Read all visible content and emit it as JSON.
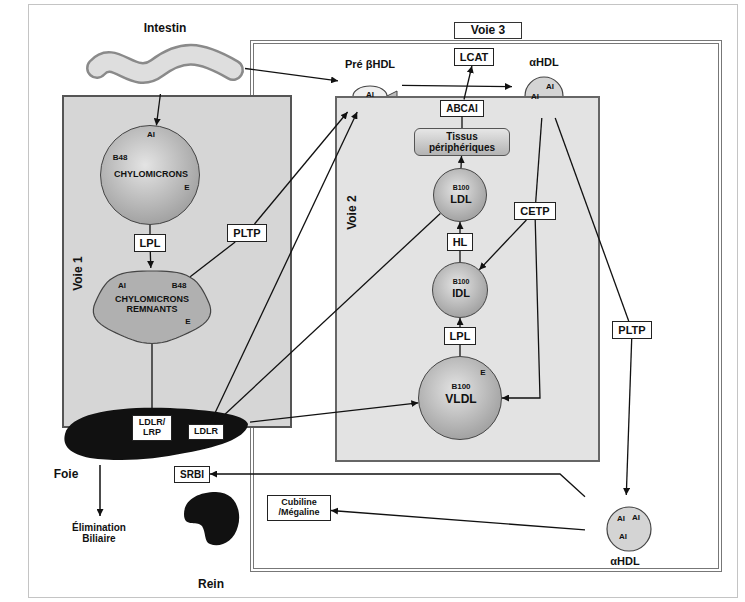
{
  "diagram": {
    "nodes": [
      {
        "text": [
          "Voie 3"
        ]
      },
      {
        "text": [
          "Intestin"
        ]
      },
      {
        "text": [
          "Pré βHDL",
          "AI"
        ],
        "in": 0
      },
      {
        "text": [
          "LCAT"
        ],
        "in": 0
      },
      {
        "text": [
          "αHDL",
          "AI",
          "AI"
        ],
        "in": 0
      },
      {
        "text": [
          "Voie 1"
        ]
      },
      {
        "text": [
          "AI",
          "B48",
          "CHYLOMICRONS",
          "E"
        ],
        "in": 5
      },
      {
        "text": [
          "LPL"
        ],
        "in": 5
      },
      {
        "text": [
          "PLTP"
        ],
        "in": 5
      },
      {
        "text": [
          "AI",
          "B48",
          "CHYLOMICRONS REMNANTS",
          "E"
        ],
        "in": 5
      },
      {
        "text": [
          "Voie 2"
        ],
        "in": 0
      },
      {
        "text": [
          "ABCAI"
        ],
        "in": 10
      },
      {
        "text": [
          "Tissus périphériques"
        ],
        "in": 10
      },
      {
        "text": [
          "B100",
          "LDL"
        ],
        "in": 10
      },
      {
        "text": [
          "CETP"
        ],
        "in": 10
      },
      {
        "text": [
          "HL"
        ],
        "in": 10
      },
      {
        "text": [
          "B100",
          "IDL"
        ],
        "in": 10
      },
      {
        "text": [
          "LPL"
        ],
        "in": 10
      },
      {
        "text": [
          "B100",
          "VLDL",
          "E"
        ],
        "in": 10
      },
      {
        "text": [
          "PLTP"
        ],
        "in": 0
      },
      {
        "text": [
          "Foie"
        ]
      },
      {
        "text": [
          "LDLR/ LRP"
        ],
        "in": 20
      },
      {
        "text": [
          "LDLR"
        ],
        "in": 20
      },
      {
        "text": [
          "SRBI"
        ]
      },
      {
        "text": [
          "Cubiline /Mégaline"
        ],
        "in": 0
      },
      {
        "text": [
          "AI",
          "AI",
          "AI",
          "αHDL"
        ],
        "in": 0
      },
      {
        "text": [
          "Rein"
        ]
      }
    ],
    "edges": [
      {
        "from": 1,
        "to": 6,
        "arrow": "to"
      },
      {
        "from": 6,
        "to": 7,
        "arrow": "none"
      },
      {
        "from": 7,
        "to": 9,
        "arrow": "to"
      },
      {
        "from": 9,
        "to": 21,
        "arrow": "to"
      },
      {
        "from": 1,
        "to": 2,
        "arrow": "to"
      },
      {
        "from": 9,
        "to": 8,
        "arrow": "none"
      },
      {
        "from": 8,
        "to": 2,
        "arrow": "to"
      },
      {
        "from": 22,
        "to": 2,
        "arrow": "to"
      },
      {
        "from": 2,
        "to": 4,
        "arrow": "to"
      },
      {
        "from": 12,
        "to": 11,
        "arrow": "none"
      },
      {
        "from": 11,
        "to": 3,
        "arrow": "to"
      },
      {
        "from": 4,
        "to": 14,
        "arrow": "none"
      },
      {
        "from": 14,
        "to": 16,
        "arrow": "to"
      },
      {
        "from": 14,
        "to": 18,
        "arrow": "to"
      },
      {
        "from": 4,
        "to": 19,
        "arrow": "none"
      },
      {
        "from": 19,
        "to": 25,
        "arrow": "to"
      },
      {
        "from": 25,
        "to": 23,
        "arrow": "to"
      },
      {
        "from": 25,
        "to": 24,
        "arrow": "to"
      },
      {
        "from": 20,
        "to": 18,
        "arrow": "to"
      },
      {
        "from": 18,
        "to": 17,
        "arrow": "none"
      },
      {
        "from": 17,
        "to": 16,
        "arrow": "to"
      },
      {
        "from": 16,
        "to": 15,
        "arrow": "none"
      },
      {
        "from": 15,
        "to": 13,
        "arrow": "to"
      },
      {
        "from": 13,
        "to": 22,
        "arrow": "to"
      },
      {
        "from": 13,
        "to": 12,
        "arrow": "to"
      }
    ],
    "labels": [
      "Élimination Biliaire"
    ]
  }
}
